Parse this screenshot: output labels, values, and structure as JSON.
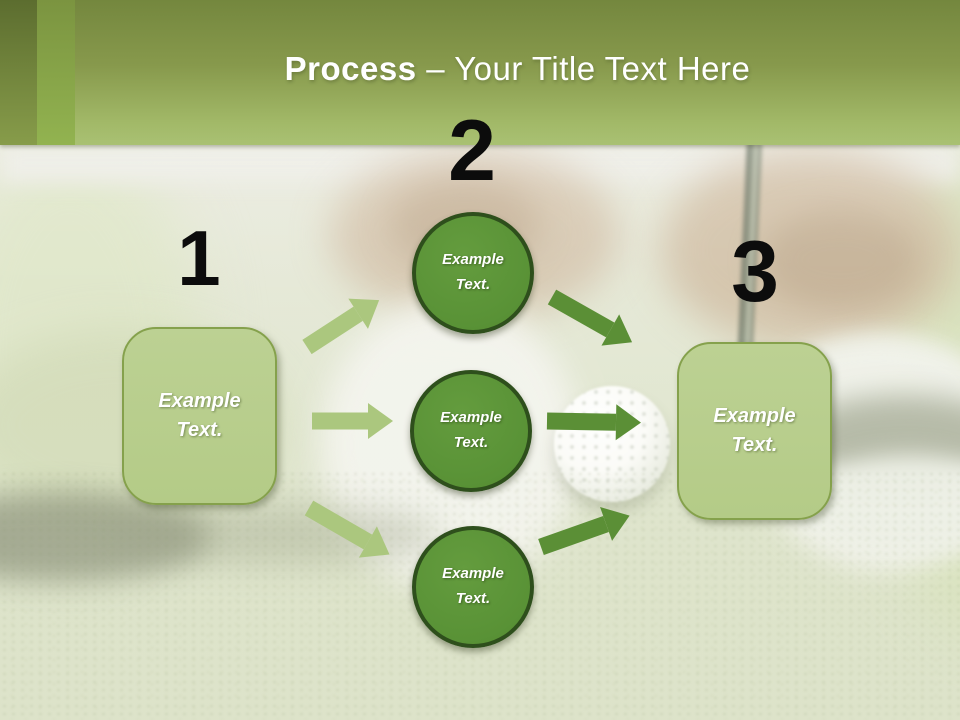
{
  "slide": {
    "title": {
      "emphasis": "Process",
      "separator": "–",
      "rest": "Your Title Text Here"
    },
    "steps": [
      {
        "number": "1",
        "label": "Example Text."
      },
      {
        "number": "2"
      },
      {
        "number": "3",
        "label": "Example Text."
      }
    ],
    "circles": [
      {
        "label": "Example Text."
      },
      {
        "label": "Example Text."
      },
      {
        "label": "Example Text."
      }
    ],
    "colors": {
      "banner_green_top": "#74873e",
      "banner_green_bottom": "#a9c173",
      "circle_fill": "#599236",
      "circle_border": "#2e4f1c",
      "box_fill": "#b8cf8e",
      "box_border": "#85a14c",
      "arrow_light": "#abc77e",
      "arrow_dark": "#5b8f36",
      "number_color": "#0c0c0c",
      "title_color": "#ffffff"
    }
  }
}
